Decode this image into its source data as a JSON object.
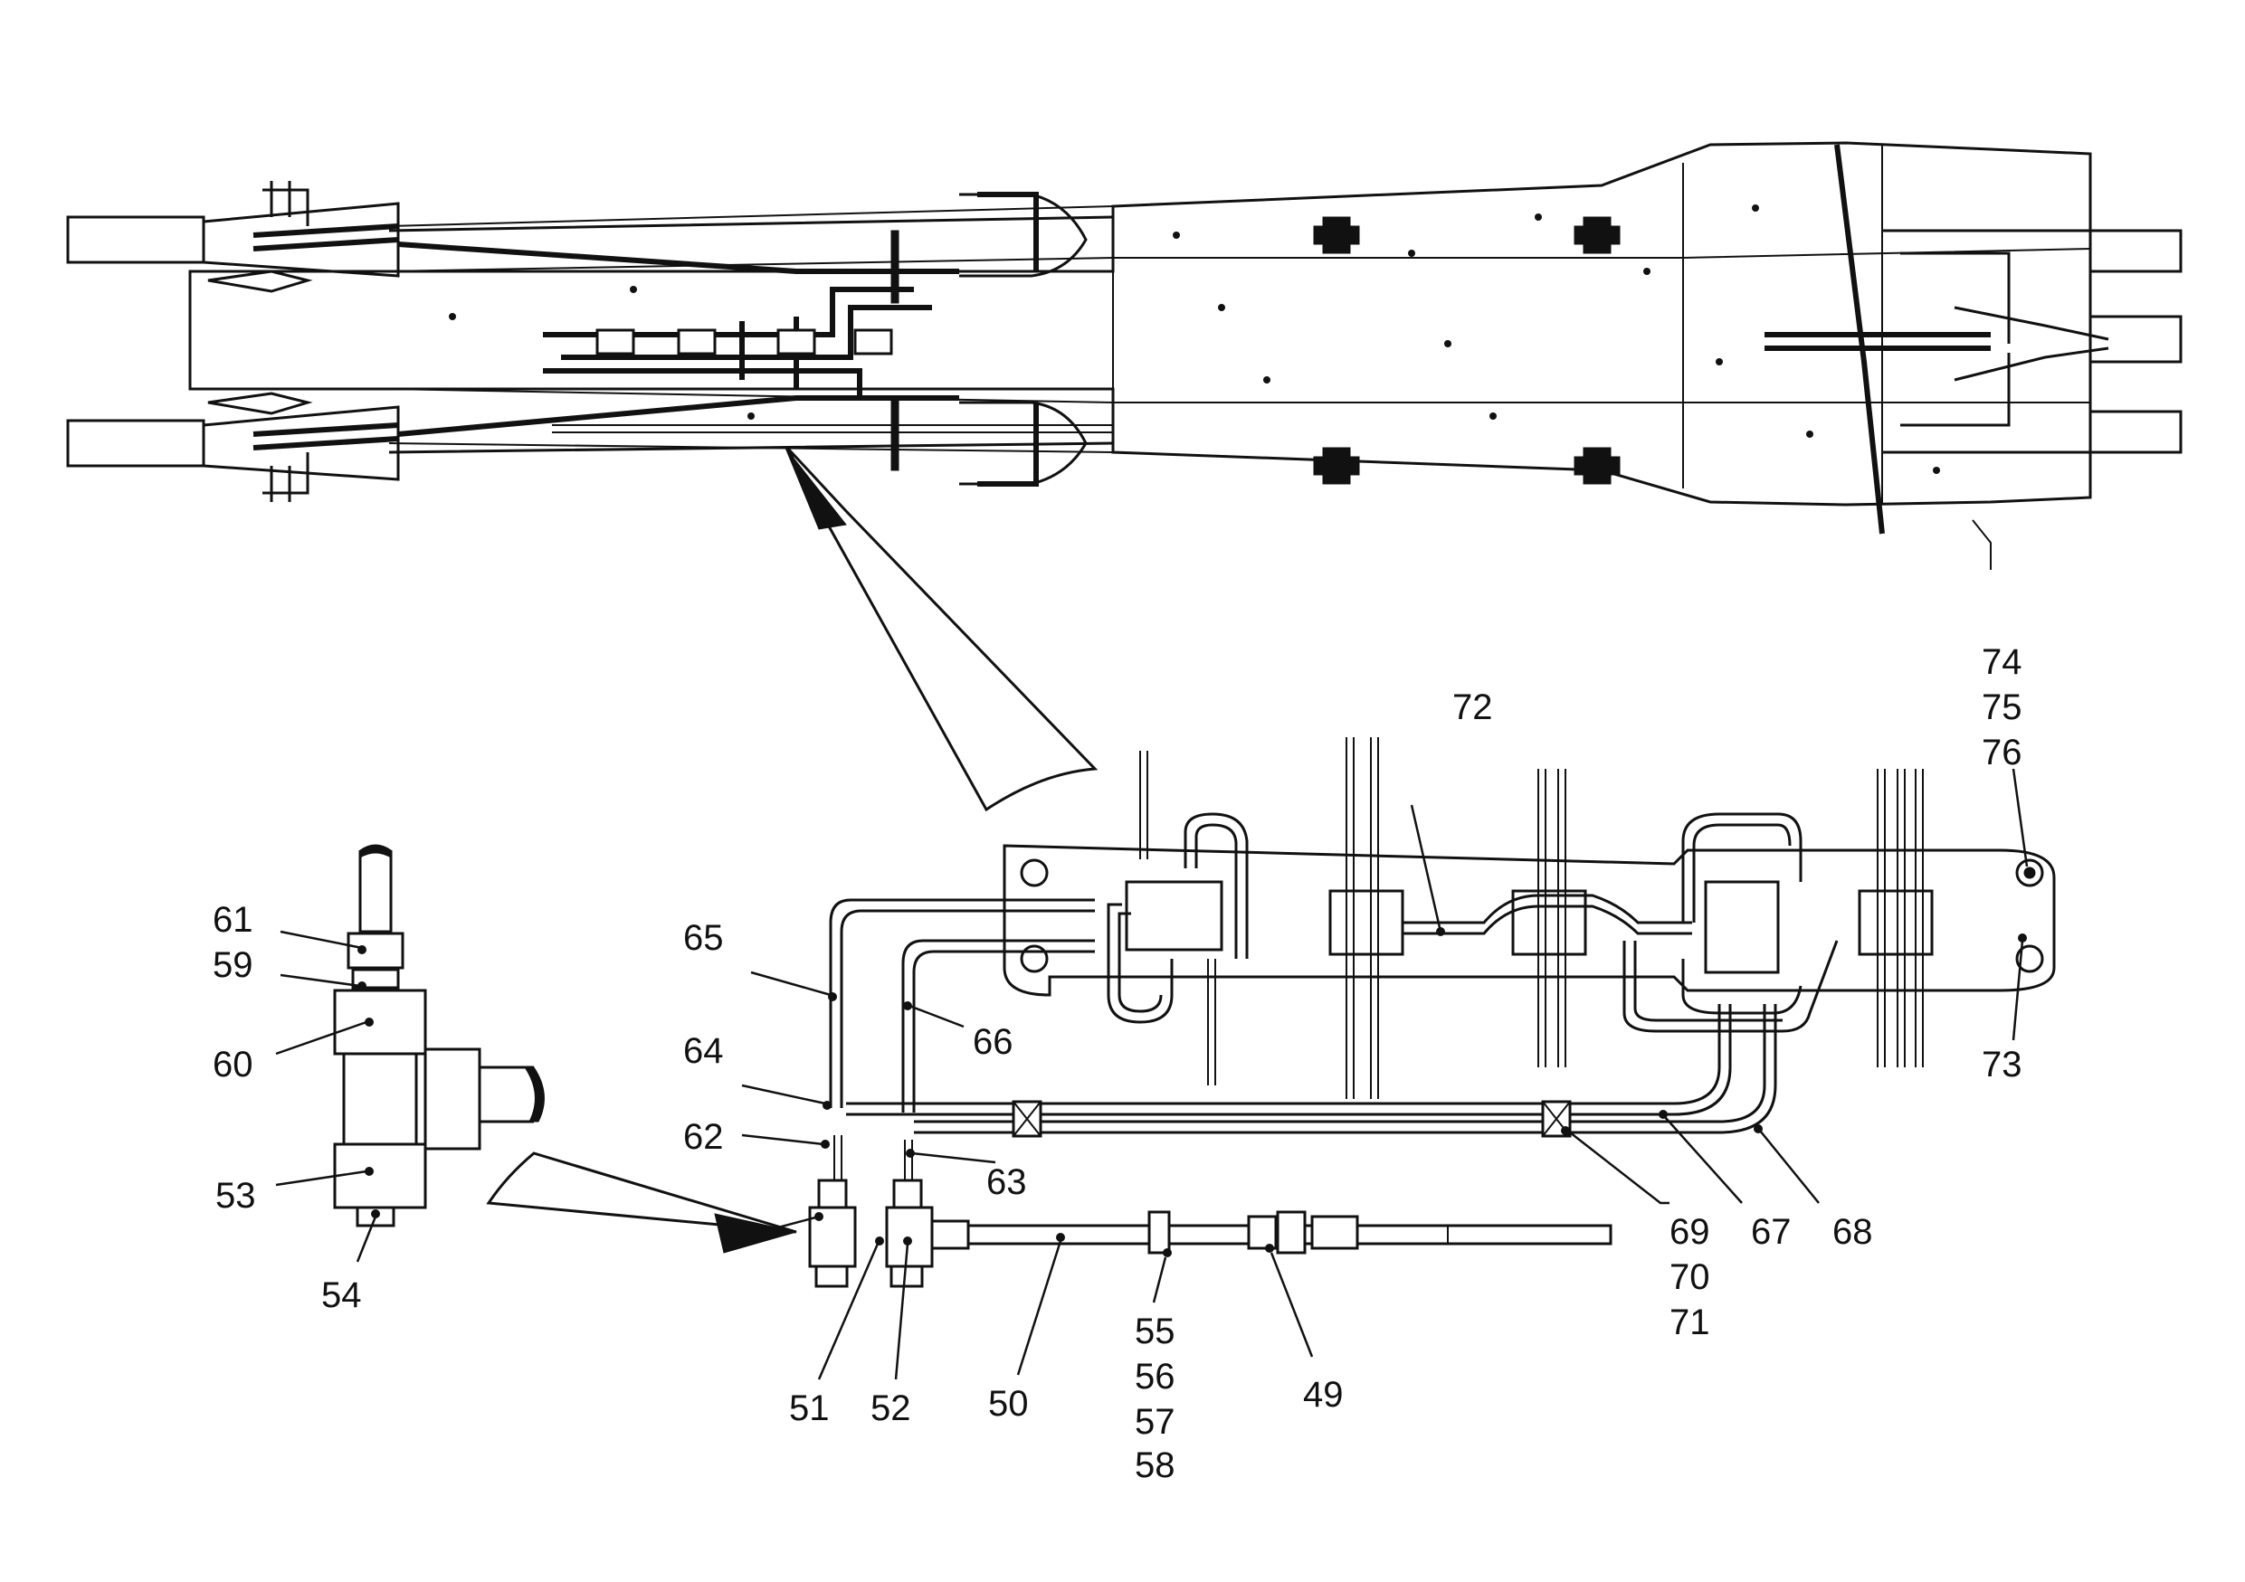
{
  "labels": {
    "l49": "49",
    "l50": "50",
    "l51": "51",
    "l52": "52",
    "l53": "53",
    "l54": "54",
    "l55": "55",
    "l56": "56",
    "l57": "57",
    "l58": "58",
    "l59": "59",
    "l60": "60",
    "l61": "61",
    "l62": "62",
    "l63": "63",
    "l64": "64",
    "l65": "65",
    "l66": "66",
    "l67": "67",
    "l68": "68",
    "l69": "69",
    "l70": "70",
    "l71": "71",
    "l72": "72",
    "l73": "73",
    "l74": "74",
    "l75": "75",
    "l76": "76"
  },
  "colors": {
    "line": "#111111",
    "background": "#ffffff"
  }
}
